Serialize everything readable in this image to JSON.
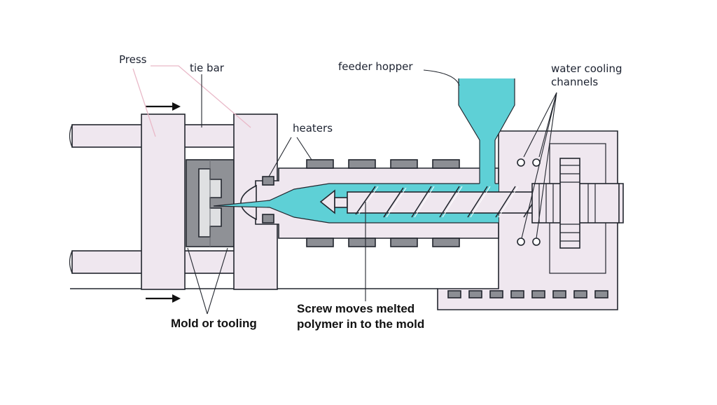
{
  "labels": {
    "press": "Press",
    "tie_bar": "tie bar",
    "feeder_hopper": "feeder hopper",
    "water_cooling_1": "water cooling",
    "water_cooling_2": "channels",
    "heaters": "heaters",
    "mold_tooling": "Mold or tooling",
    "screw_1": "Screw moves melted",
    "screw_2": "polymer in to the mold"
  },
  "colors": {
    "machine_body": "#efe7ef",
    "mold": "#8f9196",
    "polymer": "#5ed0d6",
    "heater": "#8c8e94",
    "outline": "#22262e",
    "leader_pink": "#e9b9c8"
  }
}
